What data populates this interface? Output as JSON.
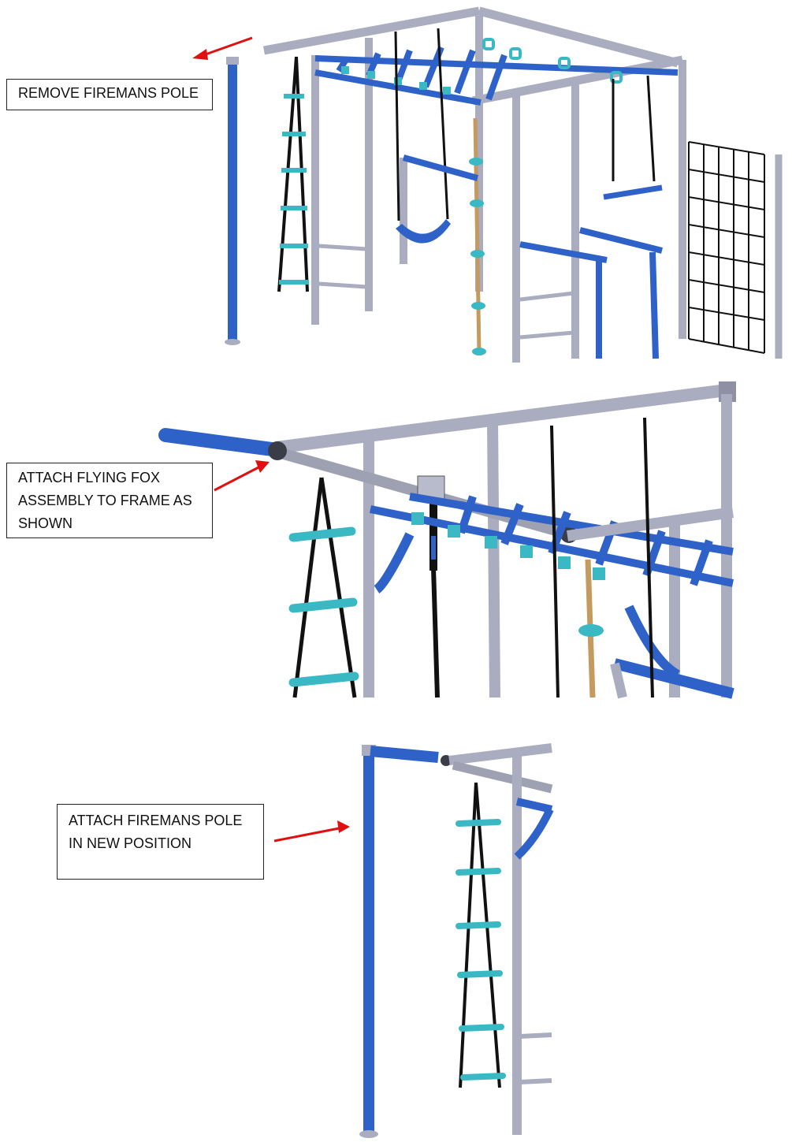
{
  "steps": [
    {
      "label": "REMOVE FIREMANS POLE"
    },
    {
      "label_line1": "ATTACH FLYING FOX",
      "label_line2": "ASSEMBLY TO FRAME AS",
      "label_line3": "SHOWN"
    },
    {
      "label_line1": "ATTACH FIREMANS POLE",
      "label_line2": "IN NEW POSITION"
    }
  ],
  "colors": {
    "frame_grey": "#a9adbf",
    "frame_dark": "#6d7082",
    "bar_blue": "#2f62c9",
    "bar_blue_dark": "#1d3f8f",
    "teal": "#3ab8c4",
    "rope_tan": "#c59a5e",
    "net_black": "#111111",
    "arrow_red": "#e01010"
  }
}
